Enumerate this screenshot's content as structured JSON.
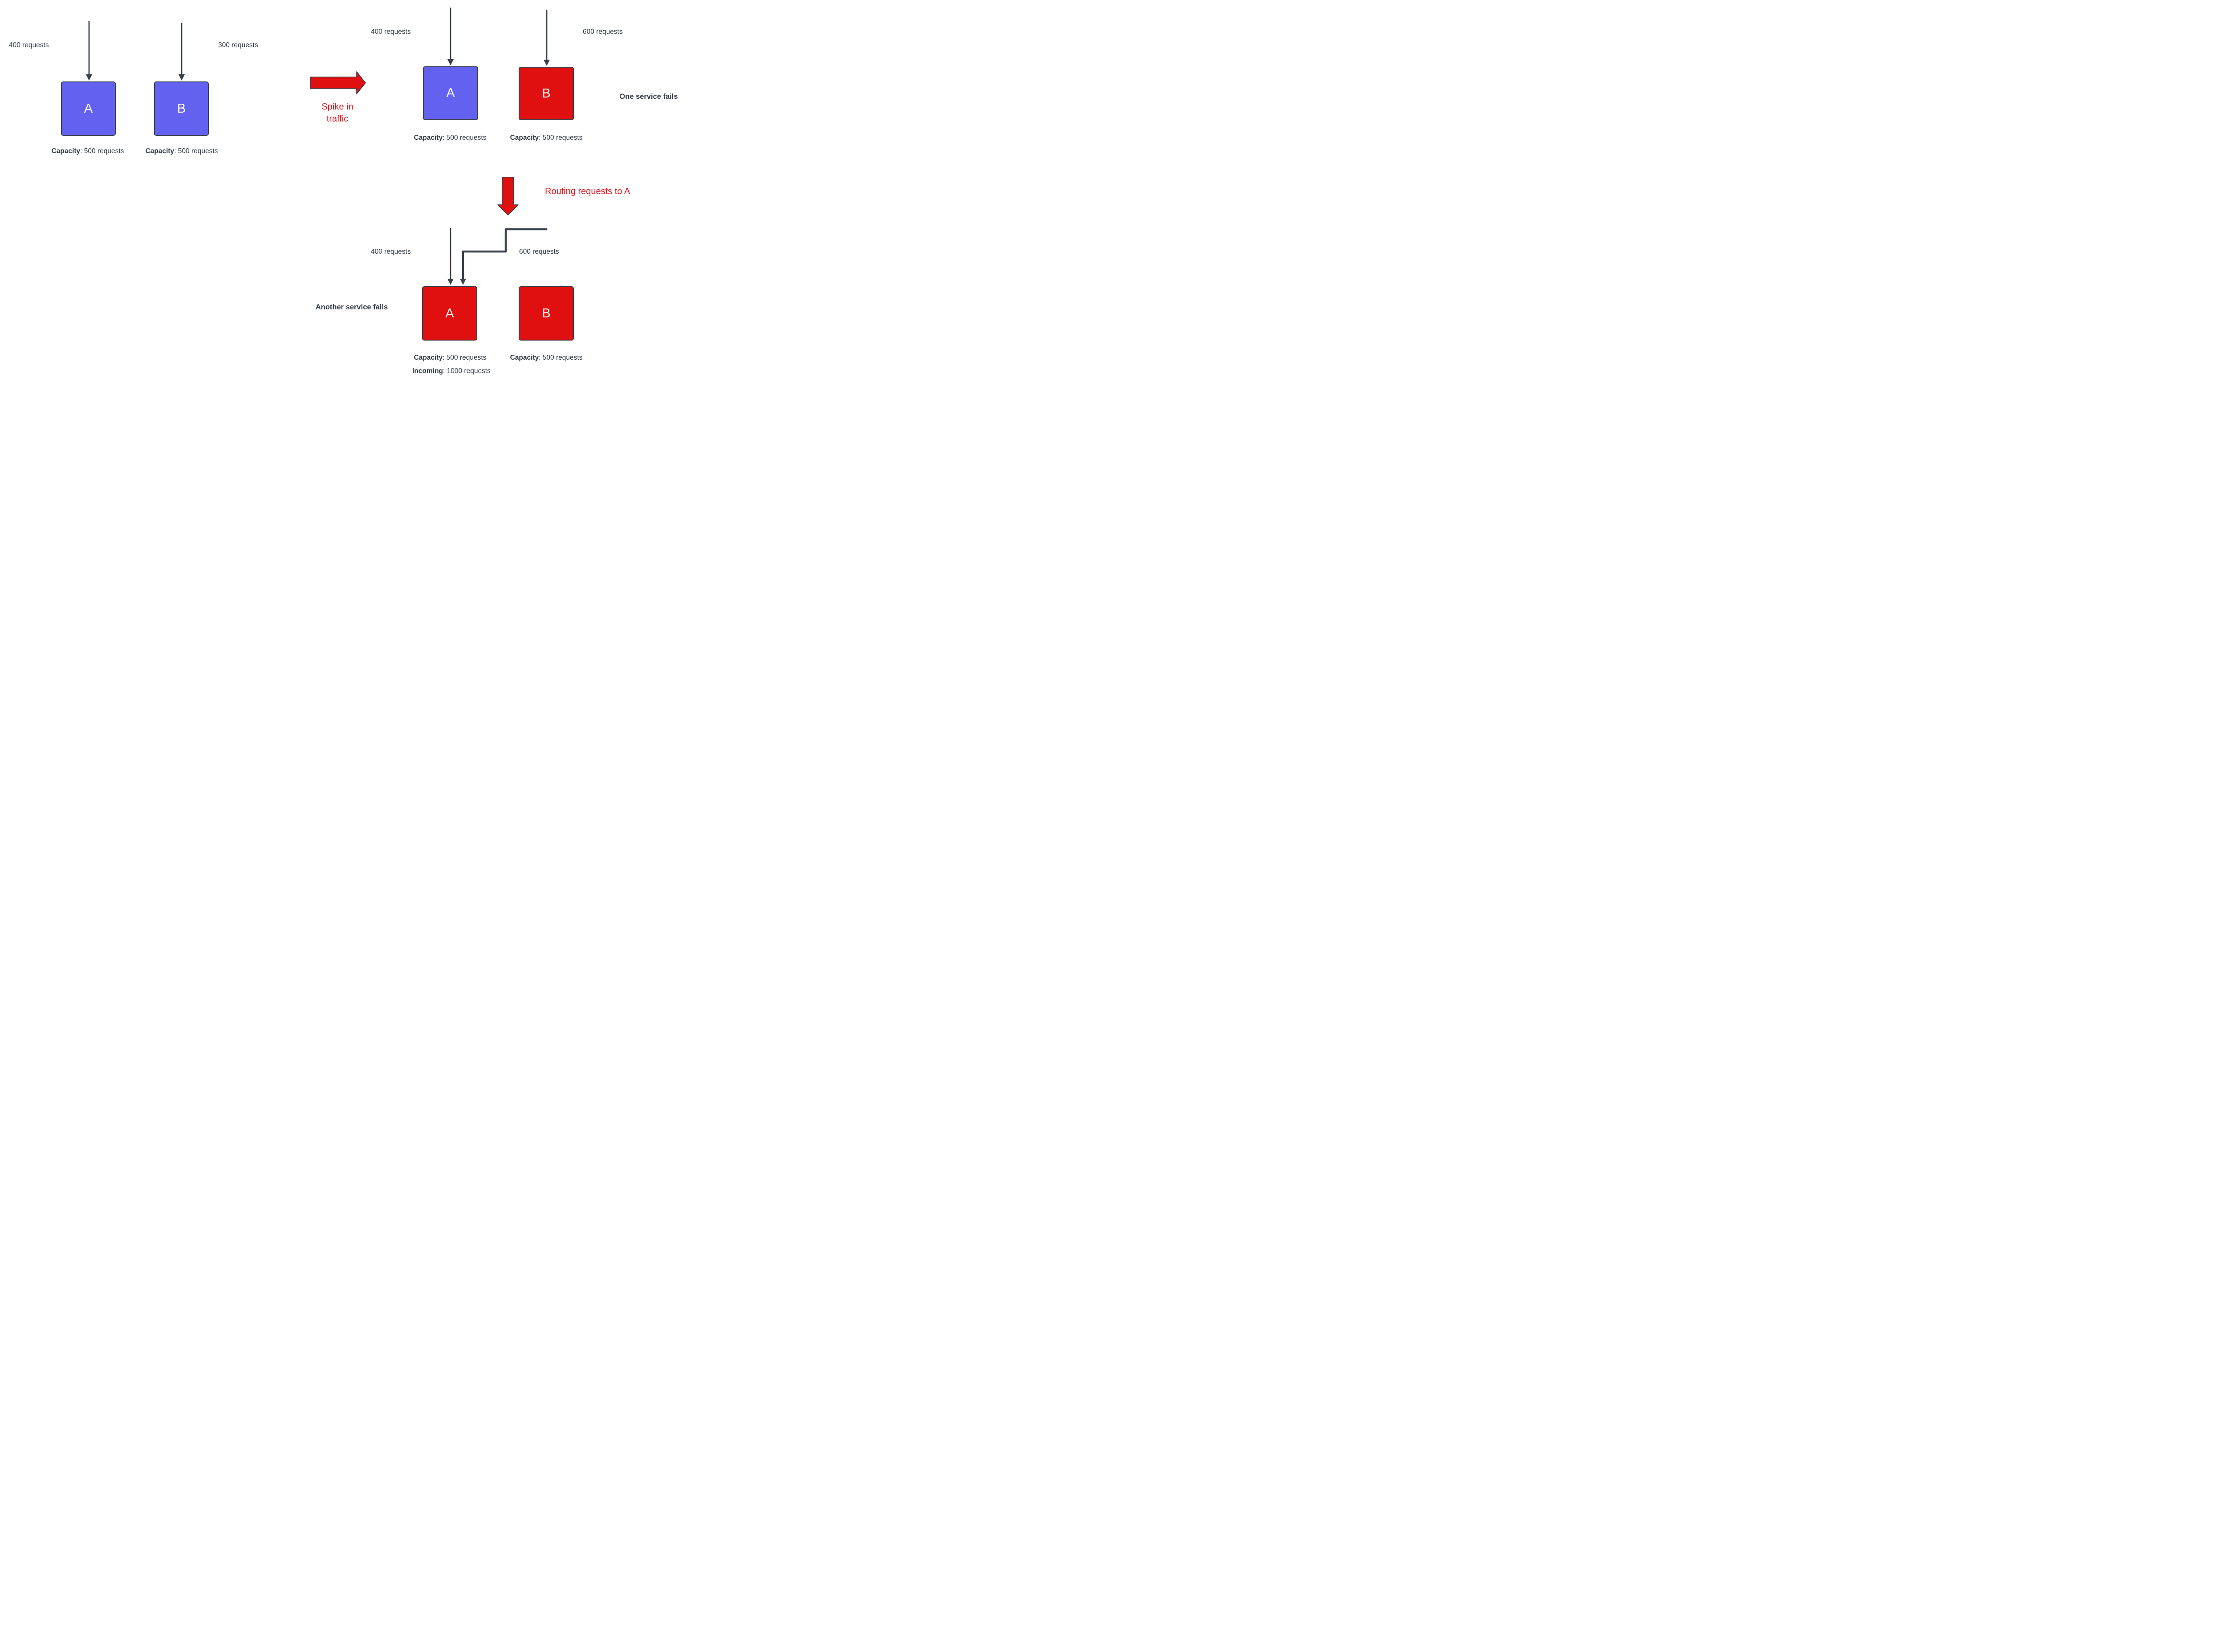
{
  "colors": {
    "purple": "#6361f0",
    "red": "#e00f10",
    "red-text": "#e2131a",
    "dark": "#37404b",
    "text": "#333b47"
  },
  "stage_initial": {
    "a": {
      "incoming": "400 requests",
      "label": "A",
      "cap_key": "Capacity",
      "cap_val": ": 500 requests"
    },
    "b": {
      "incoming": "300 requests",
      "label": "B",
      "cap_key": "Capacity",
      "cap_val": ": 500 requests"
    }
  },
  "transition_spike": {
    "label": "Spike in traffic"
  },
  "stage_spike": {
    "a": {
      "incoming": "400 requests",
      "label": "A",
      "cap_key": "Capacity",
      "cap_val": ": 500 requests"
    },
    "b": {
      "incoming": "600 requests",
      "label": "B",
      "cap_key": "Capacity",
      "cap_val": ": 500 requests"
    },
    "caption": "One service fails"
  },
  "transition_routing": {
    "label": "Routing requests to A"
  },
  "stage_routing": {
    "a": {
      "incoming": "400 requests",
      "label": "A",
      "cap_key": "Capacity",
      "cap_val": ": 500 requests",
      "inc_key": "Incoming",
      "inc_val": ": 1000 requests"
    },
    "b": {
      "incoming": "600 requests",
      "label": "B",
      "cap_key": "Capacity",
      "cap_val": ": 500 requests"
    },
    "caption": "Another service fails"
  }
}
